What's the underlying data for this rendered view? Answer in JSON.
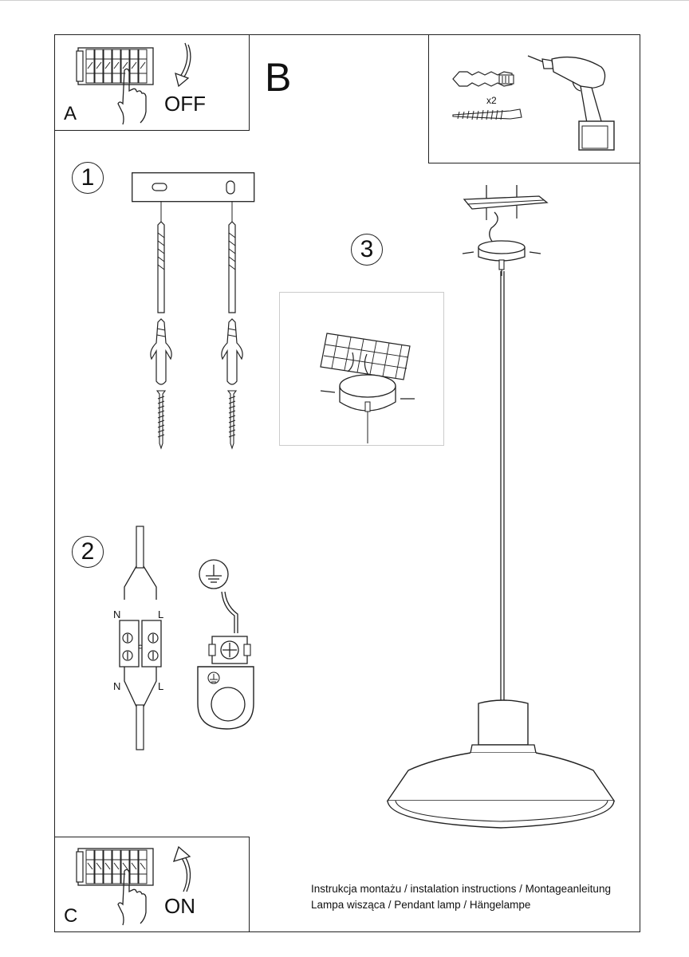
{
  "panels": {
    "a": {
      "letter": "A",
      "action_label": "OFF"
    },
    "b": {
      "letter": "B",
      "quantity_label": "x2"
    },
    "c": {
      "letter": "C",
      "action_label": "ON"
    }
  },
  "steps": {
    "step1": {
      "number": "1"
    },
    "step2": {
      "number": "2",
      "top_left_label": "N",
      "top_right_label": "L",
      "bottom_left_label": "N",
      "bottom_right_label": "L"
    },
    "step3": {
      "number": "3"
    }
  },
  "footer": {
    "line1": "Instrukcja montażu / instalation instructions / Montageanleitung",
    "line2": "Lampa wisząca / Pendant lamp / Hängelampe"
  },
  "icons": [
    "fuse-box-icon",
    "hand-icon",
    "arrow-down-icon",
    "arrow-up-icon",
    "wall-plug-icon",
    "screw-icon",
    "drill-icon",
    "ground-symbol-icon",
    "terminal-block-icon",
    "pendant-lamp-icon"
  ]
}
